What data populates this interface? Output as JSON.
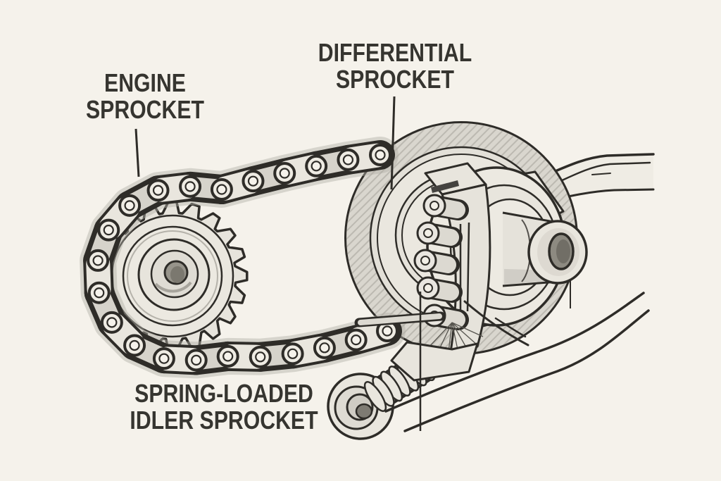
{
  "canvas": {
    "background": "#f5f2eb",
    "ink": "#2e2c28",
    "text_color": "#363530"
  },
  "labels": {
    "engine_sprocket": {
      "line1": "ENGINE",
      "line2": "SPROCKET"
    },
    "differential_sprocket": {
      "line1": "DIFFERENTIAL",
      "line2": "SPROCKET"
    },
    "idler_sprocket": {
      "line1": "SPRING-LOADED",
      "line2": "IDLER SPROCKET"
    }
  }
}
